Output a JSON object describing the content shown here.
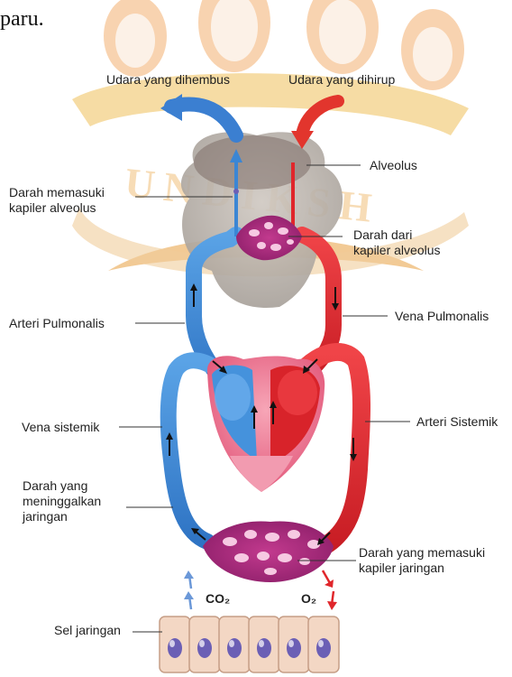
{
  "header_fragment": "paru.",
  "watermark_text": "UNDIKSH",
  "labels": {
    "air_out": "Udara yang dihembus",
    "air_in": "Udara yang dihirup",
    "alveolus": "Alveolus",
    "blood_enter_capillary": [
      "Darah memasuki",
      "kapiler alveolus"
    ],
    "blood_from_capillary": [
      "Darah dari",
      "kapiler alveolus"
    ],
    "pulmonary_artery": "Arteri Pulmonalis",
    "pulmonary_vein": "Vena Pulmonalis",
    "systemic_vein": "Vena sistemik",
    "systemic_artery": "Arteri Sistemik",
    "blood_leaving_tissue": [
      "Darah yang",
      "meninggalkan",
      "jaringan"
    ],
    "blood_entering_tissue": [
      "Darah yang memasuki",
      "kapiler jaringan"
    ],
    "co2": "CO₂",
    "o2": "O₂",
    "tissue_cells": "Sel jaringan"
  },
  "colors": {
    "deoxygenated": "#3b86d4",
    "oxygenated": "#e0262b",
    "capillary": "#b0287e",
    "heart_pink": "#ee7d98",
    "lung_gray": "#b9b1aa",
    "cell_fill": "#f3d7c4",
    "nucleus": "#6b5fb5",
    "watermark": "#e79a2e"
  }
}
